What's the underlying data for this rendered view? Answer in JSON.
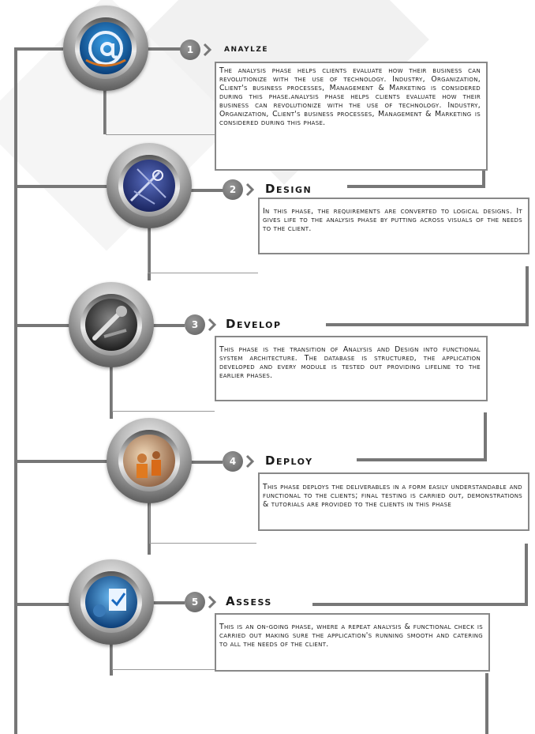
{
  "steps": [
    {
      "number": "1",
      "title": "anaylze",
      "icon": "at-sign-icon",
      "description": "The analysis phase helps clients evaluate how their business can revolutionize with the use of technology. Industry, Organization, Client's business processes, Management & Marketing is considered during this phase.analysis phase helps clients evaluate how their business can revolutionize with the use of technology. Industry, Organization, Client's business processes, Management & Marketing is considered during this phase."
    },
    {
      "number": "2",
      "title": "Design",
      "icon": "drafting-tools-icon",
      "description": "In this phase, the requirements are converted to logical designs. It gives life to the analysis phase by putting across visuals of the needs to the client."
    },
    {
      "number": "3",
      "title": "Develop",
      "icon": "tools-icon",
      "description": "This phase is the transition of Analysis and Design into functional system architecture. The database is structured, the application developed and every module is tested out providing lifeline to the earlier phases."
    },
    {
      "number": "4",
      "title": "Deploy",
      "icon": "team-meeting-icon",
      "description": "This phase deploys the deliverables in a form easily understandable and functional to the clients; final testing is carried out, demonstrations & tutorials are provided to the clients in this phase"
    },
    {
      "number": "5",
      "title": "Assess",
      "icon": "monitor-check-icon",
      "description": "This is an on-going phase, where a repeat analysis & functional check is carried out making sure the application's running smooth and catering to all the needs of the client."
    }
  ]
}
